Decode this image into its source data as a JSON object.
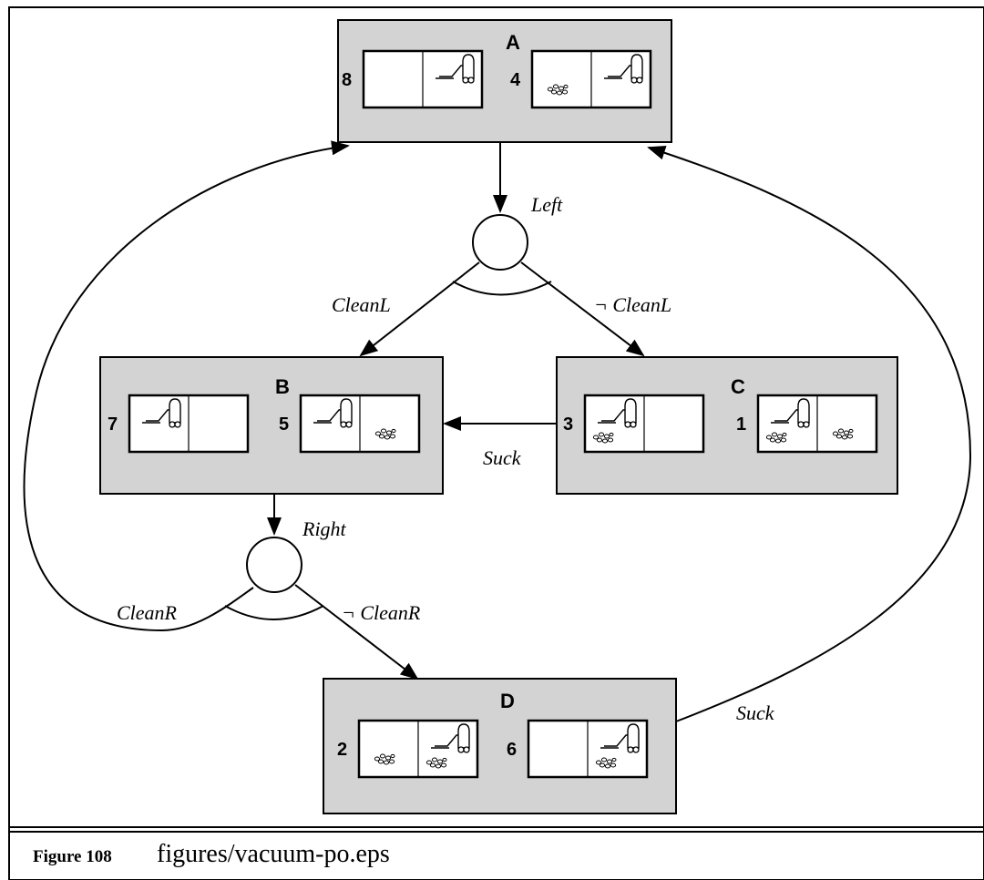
{
  "diagram": {
    "states": [
      {
        "id": "A",
        "label": "A",
        "cells": [
          {
            "num": "8",
            "left": {
              "vacuum": false,
              "dirt": false
            },
            "right": {
              "vacuum": true,
              "dirt": false
            }
          },
          {
            "num": "4",
            "left": {
              "vacuum": false,
              "dirt": true
            },
            "right": {
              "vacuum": true,
              "dirt": false
            }
          }
        ]
      },
      {
        "id": "B",
        "label": "B",
        "cells": [
          {
            "num": "7",
            "left": {
              "vacuum": true,
              "dirt": false
            },
            "right": {
              "vacuum": false,
              "dirt": false
            }
          },
          {
            "num": "5",
            "left": {
              "vacuum": true,
              "dirt": false
            },
            "right": {
              "vacuum": false,
              "dirt": true
            }
          }
        ]
      },
      {
        "id": "C",
        "label": "C",
        "cells": [
          {
            "num": "3",
            "left": {
              "vacuum": true,
              "dirt": true
            },
            "right": {
              "vacuum": false,
              "dirt": false
            }
          },
          {
            "num": "1",
            "left": {
              "vacuum": true,
              "dirt": true
            },
            "right": {
              "vacuum": false,
              "dirt": true
            }
          }
        ]
      },
      {
        "id": "D",
        "label": "D",
        "cells": [
          {
            "num": "2",
            "left": {
              "vacuum": false,
              "dirt": true
            },
            "right": {
              "vacuum": true,
              "dirt": true
            }
          },
          {
            "num": "6",
            "left": {
              "vacuum": false,
              "dirt": false
            },
            "right": {
              "vacuum": true,
              "dirt": true
            }
          }
        ]
      }
    ],
    "action_labels": {
      "left": "Left",
      "right": "Right",
      "suck_c_to_b": "Suck",
      "suck_d_to_a": "Suck"
    },
    "percept_labels": {
      "clean_l": "CleanL",
      "not_clean_l": "¬ CleanL",
      "clean_r": "CleanR",
      "not_clean_r": "¬ CleanR"
    },
    "colors": {
      "state_fill": "#d3d3d3",
      "stroke": "#000000",
      "cell_fill": "#ffffff",
      "background": "#ffffff"
    }
  },
  "caption": {
    "figure_label": "Figure 108",
    "file_name": "figures/vacuum-po.eps"
  }
}
